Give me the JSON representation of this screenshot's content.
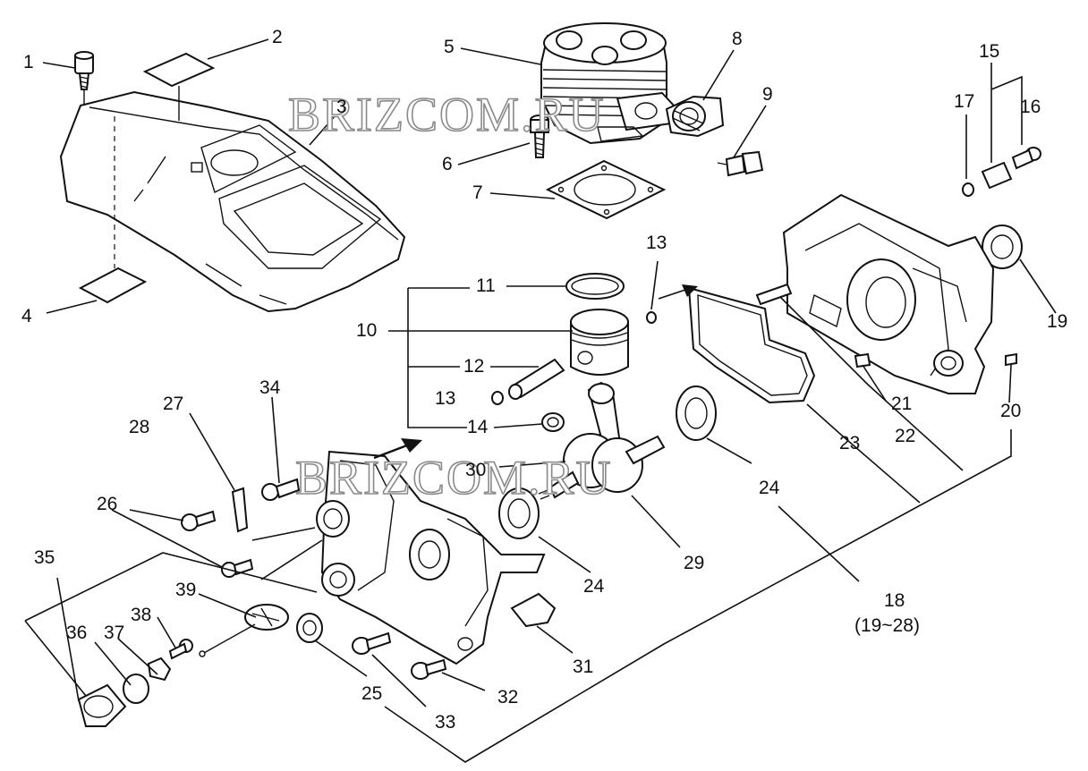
{
  "watermark": "BRIZCOM.RU",
  "labels": {
    "l1": "1",
    "l2": "2",
    "l3": "3",
    "l4": "4",
    "l5": "5",
    "l6": "6",
    "l7": "7",
    "l8": "8",
    "l9": "9",
    "l10": "10",
    "l11": "11",
    "l12": "12",
    "l13a": "13",
    "l13b": "13",
    "l14": "14",
    "l15": "15",
    "l16": "16",
    "l17": "17",
    "l18": "18",
    "l18sub": "(19~28)",
    "l19": "19",
    "l20": "20",
    "l21": "21",
    "l22": "22",
    "l23": "23",
    "l24a": "24",
    "l24b": "24",
    "l25": "25",
    "l26": "26",
    "l27": "27",
    "l28": "28",
    "l29": "29",
    "l30": "30",
    "l31": "31",
    "l32": "32",
    "l33": "33",
    "l34": "34",
    "l35": "35",
    "l36": "36",
    "l37": "37",
    "l38": "38",
    "l39": "39"
  }
}
